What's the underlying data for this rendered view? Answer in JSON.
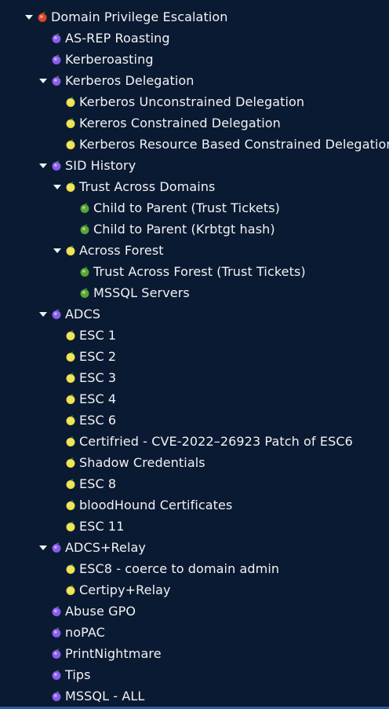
{
  "colors": {
    "background": "#0b1a33",
    "text": "#f2f2f2",
    "red": "#e0442a",
    "purple": "#8a5cf0",
    "yellow": "#f0e64a",
    "green": "#55a832",
    "bottom_bar": "#2c5aa0"
  },
  "tree": [
    {
      "label": "Domain Privilege Escalation",
      "level": 0,
      "expanded": true,
      "color": "red"
    },
    {
      "label": "AS-REP Roasting",
      "level": 1,
      "expanded": null,
      "color": "purple"
    },
    {
      "label": "Kerberoasting",
      "level": 1,
      "expanded": null,
      "color": "purple"
    },
    {
      "label": "Kerberos Delegation",
      "level": 1,
      "expanded": true,
      "color": "purple"
    },
    {
      "label": "Kerberos Unconstrained Delegation",
      "level": 2,
      "expanded": null,
      "color": "yellow"
    },
    {
      "label": "Kereros Constrained Delegation",
      "level": 2,
      "expanded": null,
      "color": "yellow"
    },
    {
      "label": "Kerberos Resource Based Constrained Delegation",
      "level": 2,
      "expanded": null,
      "color": "yellow"
    },
    {
      "label": "SID History",
      "level": 1,
      "expanded": true,
      "color": "purple"
    },
    {
      "label": "Trust Across Domains",
      "level": 2,
      "expanded": true,
      "color": "yellow"
    },
    {
      "label": "Child to Parent (Trust Tickets)",
      "level": 3,
      "expanded": null,
      "color": "green"
    },
    {
      "label": "Child to Parent (Krbtgt hash)",
      "level": 3,
      "expanded": null,
      "color": "green"
    },
    {
      "label": "Across Forest",
      "level": 2,
      "expanded": true,
      "color": "yellow"
    },
    {
      "label": "Trust Across Forest (Trust Tickets)",
      "level": 3,
      "expanded": null,
      "color": "green"
    },
    {
      "label": "MSSQL Servers",
      "level": 3,
      "expanded": null,
      "color": "green"
    },
    {
      "label": "ADCS",
      "level": 1,
      "expanded": true,
      "color": "purple"
    },
    {
      "label": "ESC 1",
      "level": 2,
      "expanded": null,
      "color": "yellow"
    },
    {
      "label": "ESC 2",
      "level": 2,
      "expanded": null,
      "color": "yellow"
    },
    {
      "label": "ESC 3",
      "level": 2,
      "expanded": null,
      "color": "yellow"
    },
    {
      "label": "ESC 4",
      "level": 2,
      "expanded": null,
      "color": "yellow"
    },
    {
      "label": "ESC 6",
      "level": 2,
      "expanded": null,
      "color": "yellow"
    },
    {
      "label": "Certifried - CVE-2022–26923 Patch of ESC6",
      "level": 2,
      "expanded": null,
      "color": "yellow"
    },
    {
      "label": "Shadow Credentials",
      "level": 2,
      "expanded": null,
      "color": "yellow"
    },
    {
      "label": "ESC 8",
      "level": 2,
      "expanded": null,
      "color": "yellow"
    },
    {
      "label": "bloodHound Certificates",
      "level": 2,
      "expanded": null,
      "color": "yellow"
    },
    {
      "label": "ESC 11",
      "level": 2,
      "expanded": null,
      "color": "yellow"
    },
    {
      "label": "ADCS+Relay",
      "level": 1,
      "expanded": true,
      "color": "purple"
    },
    {
      "label": "ESC8 - coerce to domain admin",
      "level": 2,
      "expanded": null,
      "color": "yellow"
    },
    {
      "label": "Certipy+Relay",
      "level": 2,
      "expanded": null,
      "color": "yellow"
    },
    {
      "label": "Abuse GPO",
      "level": 1,
      "expanded": null,
      "color": "purple"
    },
    {
      "label": "noPAC",
      "level": 1,
      "expanded": null,
      "color": "purple"
    },
    {
      "label": "PrintNightmare",
      "level": 1,
      "expanded": null,
      "color": "purple"
    },
    {
      "label": "Tips",
      "level": 1,
      "expanded": null,
      "color": "purple"
    },
    {
      "label": "MSSQL - ALL",
      "level": 1,
      "expanded": null,
      "color": "purple"
    }
  ]
}
